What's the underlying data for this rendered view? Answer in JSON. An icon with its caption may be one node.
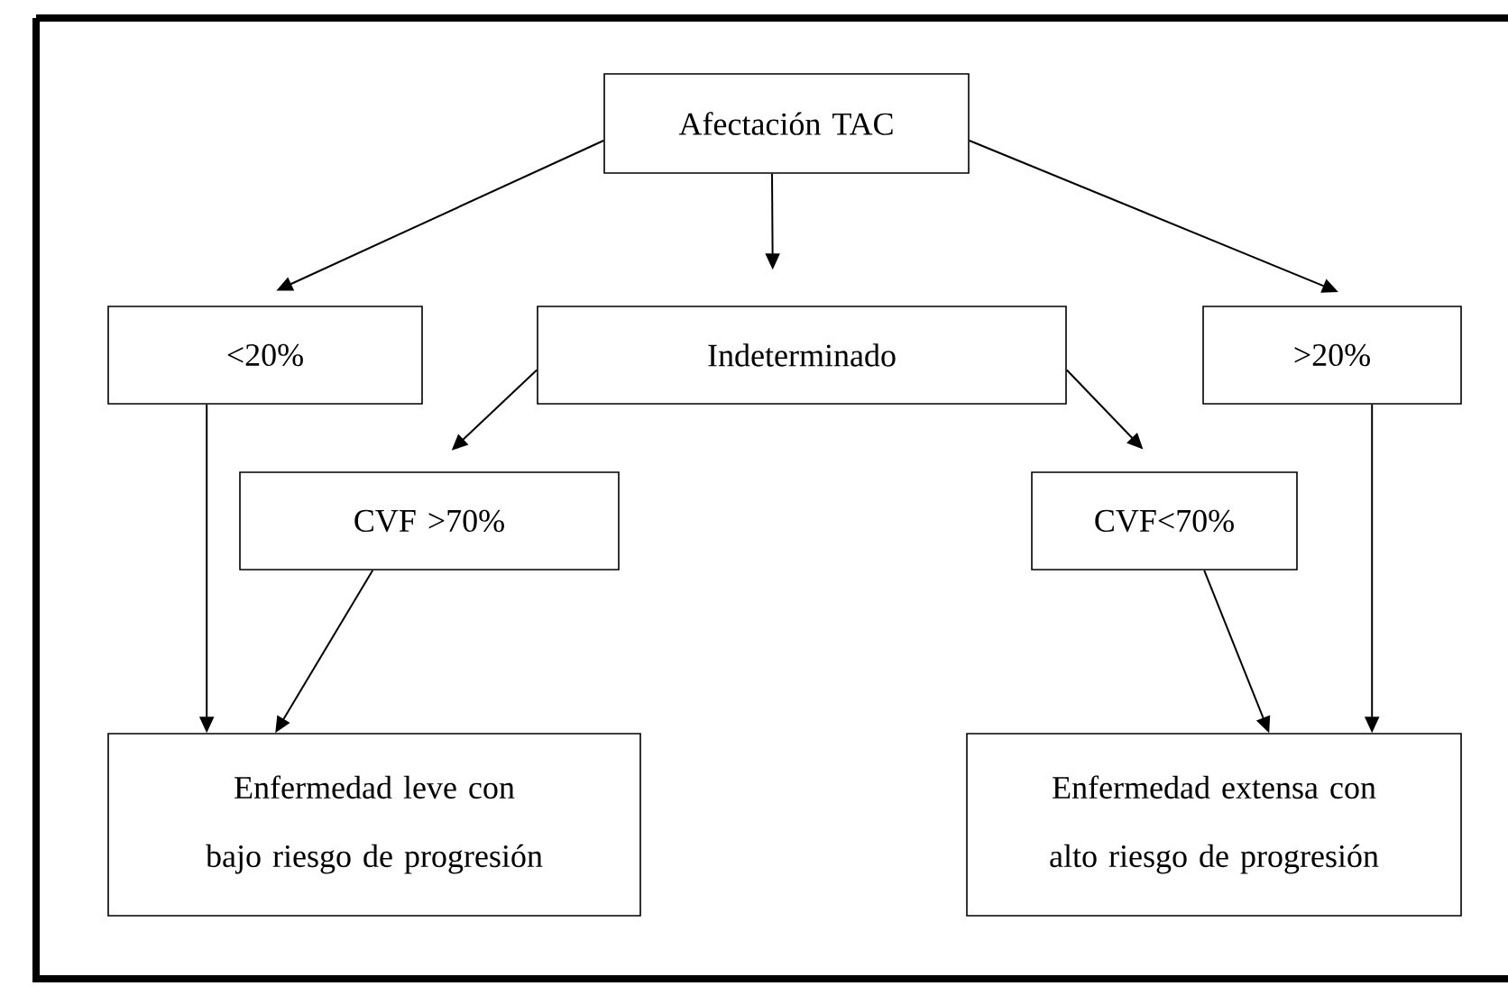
{
  "diagram": {
    "nodes": [
      {
        "text": [
          "Afectación TAC"
        ]
      },
      {
        "text": [
          "<20%"
        ]
      },
      {
        "text": [
          "Indeterminado"
        ]
      },
      {
        "text": [
          ">20%"
        ]
      },
      {
        "text": [
          "CVF >70%"
        ]
      },
      {
        "text": [
          "CVF<70%"
        ]
      },
      {
        "text": [
          "Enfermedad leve con bajo riesgo de progresión"
        ]
      },
      {
        "text": [
          "Enfermedad extensa con alto riesgo de progresión"
        ]
      }
    ],
    "edges": [
      {
        "from": 0,
        "to": 1,
        "arrow": "to"
      },
      {
        "from": 0,
        "to": 2,
        "arrow": "to"
      },
      {
        "from": 0,
        "to": 3,
        "arrow": "to"
      },
      {
        "from": 2,
        "to": 4,
        "arrow": "to"
      },
      {
        "from": 2,
        "to": 5,
        "arrow": "to"
      },
      {
        "from": 1,
        "to": 6,
        "arrow": "to"
      },
      {
        "from": 4,
        "to": 6,
        "arrow": "to"
      },
      {
        "from": 5,
        "to": 7,
        "arrow": "to"
      },
      {
        "from": 3,
        "to": 7,
        "arrow": "to"
      }
    ]
  }
}
